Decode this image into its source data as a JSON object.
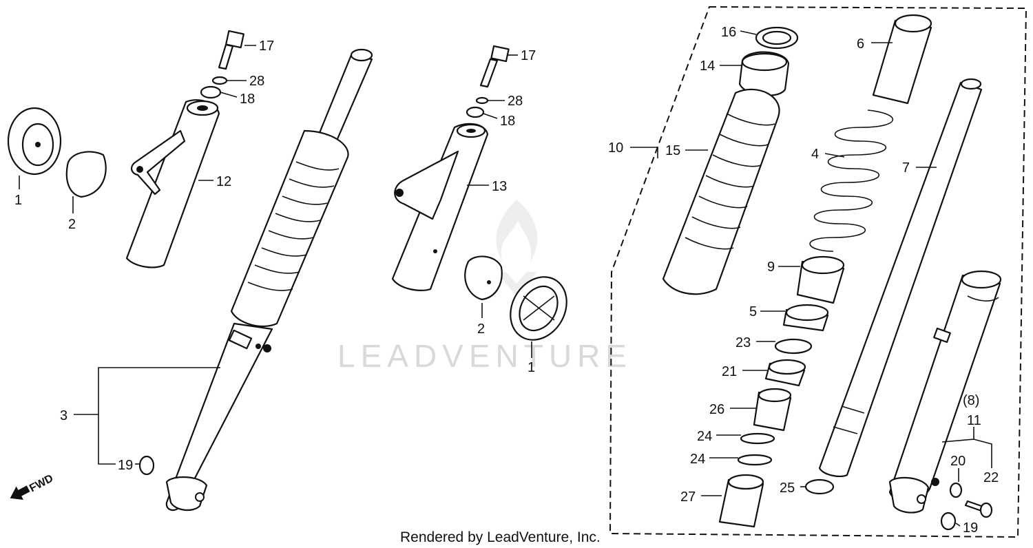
{
  "watermark": "LEADVENTURE",
  "footer": "Rendered by LeadVenture, Inc.",
  "fwd_label": "FWD",
  "callouts": {
    "c1a": "1",
    "c2a": "2",
    "c12": "12",
    "c17a": "17",
    "c28a": "28",
    "c18a": "18",
    "c3": "3",
    "c19a": "19",
    "c17b": "17",
    "c28b": "28",
    "c18b": "18",
    "c13": "13",
    "c2b": "2",
    "c1b": "1",
    "c10": "10",
    "c16": "16",
    "c14": "14",
    "c15": "15",
    "c6": "6",
    "c4": "4",
    "c7": "7",
    "c9": "9",
    "c5": "5",
    "c23": "23",
    "c21": "21",
    "c26": "26",
    "c24a": "24",
    "c24b": "24",
    "c27": "27",
    "c25": "25",
    "c8": "(8)",
    "c11": "11",
    "c20": "20",
    "c22": "22",
    "c19b": "19"
  },
  "icons": {
    "fwd_arrow": "fwd-arrow-icon",
    "watermark_logo": "flame-logo-icon"
  }
}
